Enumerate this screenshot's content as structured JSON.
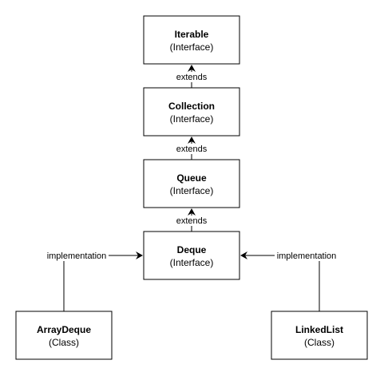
{
  "nodes": {
    "iterable": {
      "title": "Iterable",
      "kind": "(Interface)"
    },
    "collection": {
      "title": "Collection",
      "kind": "(Interface)"
    },
    "queue": {
      "title": "Queue",
      "kind": "(Interface)"
    },
    "deque": {
      "title": "Deque",
      "kind": "(Interface)"
    },
    "arraydeque": {
      "title": "ArrayDeque",
      "kind": "(Class)"
    },
    "linkedlist": {
      "title": "LinkedList",
      "kind": "(Class)"
    }
  },
  "edges": {
    "collection_to_iterable": {
      "label": "extends"
    },
    "queue_to_collection": {
      "label": "extends"
    },
    "deque_to_queue": {
      "label": "extends"
    },
    "arraydeque_to_deque": {
      "label": "implementation"
    },
    "linkedlist_to_deque": {
      "label": "implementation"
    }
  }
}
